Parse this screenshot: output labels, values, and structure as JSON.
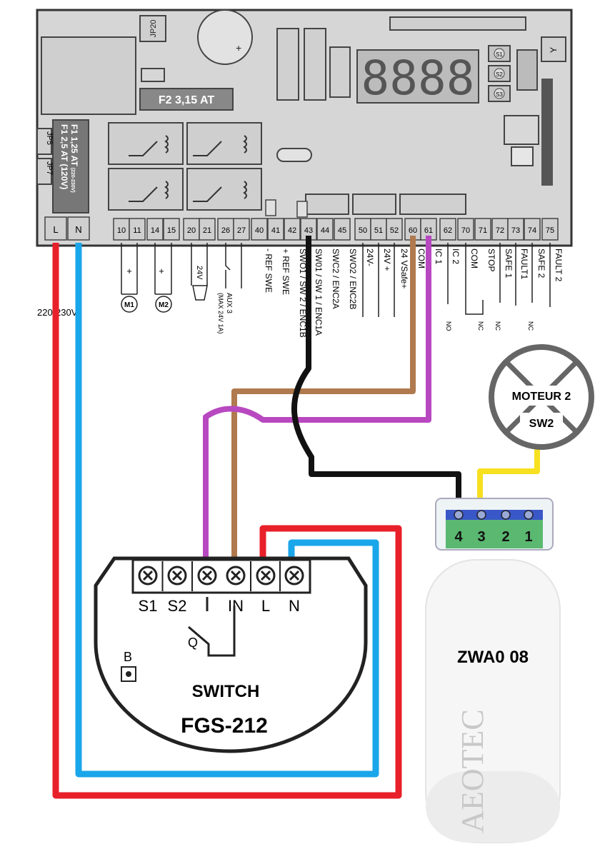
{
  "board": {
    "fuse_f2": "F2 3,15 AT",
    "fuse_f1_a": "F1 1,25 AT",
    "fuse_f1_a_note": "(220-230V)",
    "fuse_f1_b": "F1 2,5 AT (120V)",
    "jumper_jp20": "JP20",
    "jumper_jp5": "JP5",
    "jumper_jp7": "JP7",
    "button_s1": "S1",
    "button_s2": "S2",
    "button_s3": "S3",
    "display": "8888",
    "side_y": "Y",
    "power_terminals": [
      "L",
      "N"
    ],
    "terminals": [
      "10",
      "11",
      "14",
      "15",
      "20",
      "21",
      "26",
      "27",
      "40",
      "41",
      "42",
      "43",
      "44",
      "45",
      "50",
      "51",
      "52",
      "60",
      "61",
      "62",
      "70",
      "71",
      "72",
      "73",
      "74",
      "75"
    ],
    "motor_m1": "M1",
    "motor_m2": "M2",
    "voltage_label": "220-230V",
    "wire_labels": {
      "lamp_24v": "24V",
      "aux3": "AUX 3",
      "aux3_note": "(MAX 24V 1A)",
      "ref_swe_minus": "- REF SWE",
      "ref_swe_plus": "+ REF SWE",
      "sw_43": "SWO1 / SW 2 / ENC1B",
      "sw_44": "SW01 / SW 1 / ENC1A",
      "sw_45": "SWC2 / ENC2A",
      "swo2": "SWO2 / ENC2B",
      "v24_minus": "24V-",
      "v24_plus": "24V +",
      "v24_safe": "24 VSafe+",
      "com1": "COM",
      "ic1": "IC 1",
      "ic2": "IC 2",
      "com2": "COM",
      "stop": "STOP",
      "safe1": "SAFE 1",
      "fault1": "FAULT1",
      "safe2": "SAFE 2",
      "fault2": "FAULT 2",
      "no": "NO",
      "nc": "NC"
    }
  },
  "relay_module": {
    "name": "SWITCH",
    "model": "FGS-212",
    "terminals": [
      "S1",
      "S2",
      "",
      "IN",
      "L",
      "N"
    ],
    "output": "Q",
    "button": "B"
  },
  "motor2": {
    "line1": "MOTEUR 2",
    "line2": "SW2"
  },
  "sensor": {
    "terminals": [
      "4",
      "3",
      "2",
      "1"
    ],
    "model": "ZWA0 08",
    "brand": "AEOTEC"
  },
  "colors": {
    "live": "#e8202a",
    "neutral": "#1aa6ea",
    "wire_43": "#111111",
    "wire_60": "#b07a4e",
    "wire_61": "#b848c0",
    "sensor_wire": "#f7e020",
    "terminal_block": "#5ab870",
    "terminal_block_top": "#3a57c8"
  }
}
